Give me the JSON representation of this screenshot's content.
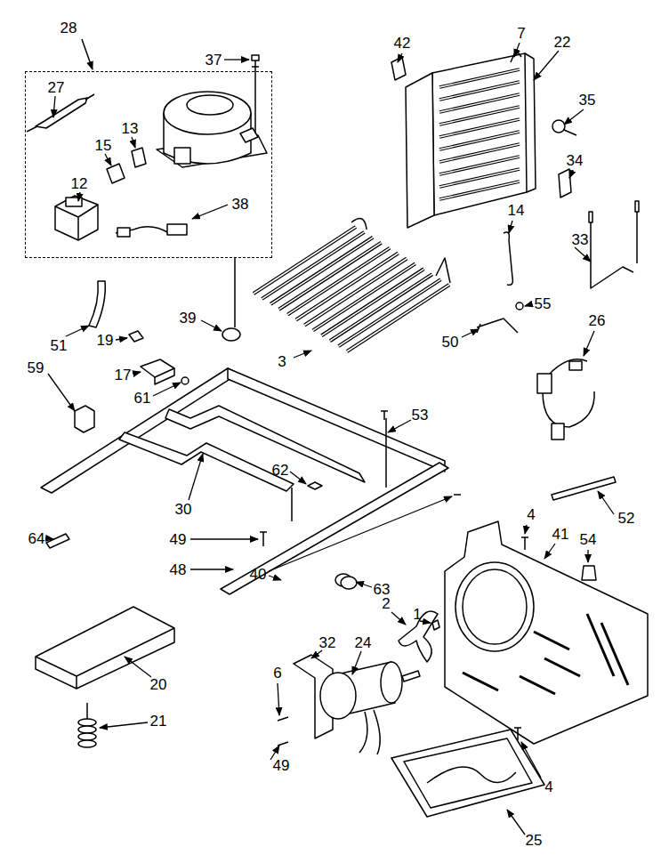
{
  "diagram": {
    "nodes": [
      {
        "text": [
          "28",
          "27",
          "13",
          "15",
          "12",
          "38"
        ]
      }
    ],
    "labels": [
      "37",
      "42",
      "7",
      "22",
      "35",
      "34",
      "14",
      "33",
      "39",
      "55",
      "26",
      "51",
      "19",
      "3",
      "50",
      "17",
      "59",
      "61",
      "53",
      "62",
      "30",
      "52",
      "64",
      "49",
      "48",
      "40",
      "4",
      "41",
      "54",
      "63",
      "2",
      "1",
      "32",
      "24",
      "6",
      "20",
      "21",
      "49",
      "4",
      "25"
    ]
  }
}
